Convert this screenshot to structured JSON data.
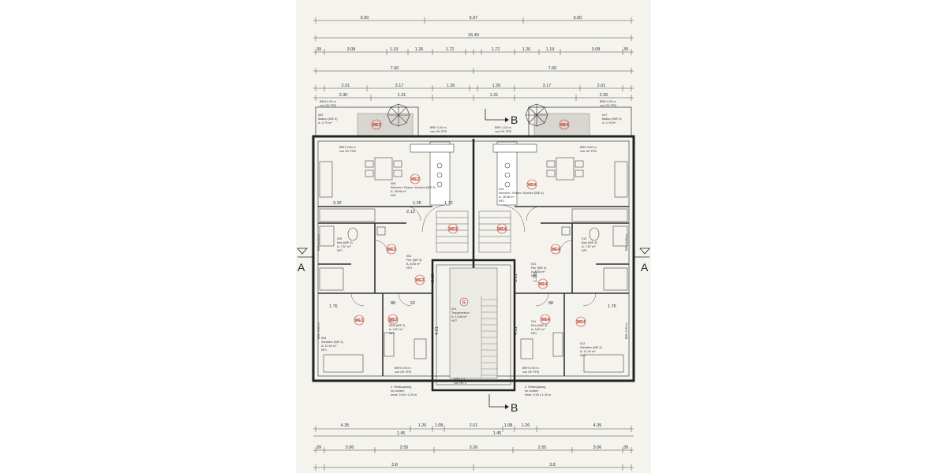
{
  "dims_top": {
    "row1": [
      "5.00",
      "5.97",
      "5.00"
    ],
    "row2": [
      "16.40"
    ],
    "row3": [
      "39",
      "3.08",
      "1.19",
      "1.26",
      "1.72",
      "1.72",
      "1.26",
      "1.19",
      "3.08",
      "39"
    ],
    "row4": [
      "7.60",
      "7.60"
    ],
    "row5": [
      "2.01",
      "3.17",
      "1.26",
      "1.26",
      "3.17",
      "2.01"
    ],
    "row6": [
      "2.30",
      "1.31",
      "1.31",
      "2.30"
    ]
  },
  "dims_bottom": {
    "row1": [
      "4.35",
      "1.26",
      "1.08",
      "2.01",
      "1.08",
      "1.26",
      "4.35"
    ],
    "row2": [
      "1.45",
      "1.45"
    ],
    "row3": [
      "39",
      "3.06",
      "2.55",
      "3.26",
      "2.55",
      "3.06",
      "39"
    ],
    "row4": [
      "3.8",
      "3.8"
    ]
  },
  "section_markers": {
    "b": "B",
    "a": "A"
  },
  "units": {
    "we3": "WE3",
    "we4": "WE4",
    "g": "G"
  },
  "rooms": {
    "balkon3": {
      "num": "009",
      "name": "Balkon (WE 3)",
      "area": "A: 2.75 m²"
    },
    "balkon4": {
      "num": "017",
      "name": "Balkon (WE 4)",
      "area": "A: 2.75 m²"
    },
    "wohnen3": {
      "num": "006",
      "name": "Wohnen / Essen / Kochen (WE 3)",
      "area": "A: 28.98 m²",
      "level": "NF1"
    },
    "wohnen4": {
      "num": "014",
      "name": "Wohnen / Essen / Kochen (WE 4)",
      "area": "A: 28.98 m²",
      "level": "NF1"
    },
    "bad3": {
      "num": "005",
      "name": "Bad (WE 3)",
      "area": "A: 7.67 m²",
      "level": "NF1"
    },
    "bad4": {
      "num": "013",
      "name": "Bad (WE 4)",
      "area": "A: 7.67 m²",
      "level": "NF1"
    },
    "flur3": {
      "num": "002",
      "name": "Flur (WE 3)",
      "area": "A: 8.55 m²",
      "level": "NF1"
    },
    "flur4": {
      "num": "010",
      "name": "Flur (WE 4)",
      "area": "A: 8.55 m²",
      "level": "NF1"
    },
    "kind3": {
      "num": "003",
      "name": "Kind (WE 3)",
      "area": "A: 9.87 m²",
      "level": "NF1"
    },
    "kind4": {
      "num": "011",
      "name": "Kind (WE 4)",
      "area": "A: 9.87 m²",
      "level": "NF1"
    },
    "schlafen3": {
      "num": "004",
      "name": "Schlafen (WE 3)",
      "area": "A: 11.94 m²",
      "level": "NF1"
    },
    "schlafen4": {
      "num": "012",
      "name": "Schlafen (WE 4)",
      "area": "A: 11.94 m²",
      "level": "NF1"
    },
    "treppe": {
      "num": "001",
      "name": "Treppenraum",
      "area": "A: 14.08 m²",
      "level": "NF7"
    }
  },
  "brh": {
    "balkon": "BRH 0.90 m",
    "center_top": "BRH 1.00 m",
    "wohnen": "BRH 0.80 m",
    "side": "BRH 0.90 m",
    "bottom": "BRH 0.90 m",
    "stair": "BRH 0.9",
    "ref": "von OK FFB",
    "ref_stair": "von OK 1"
  },
  "notes": {
    "rettungsweg": "2. Rettungsweg",
    "lichten": "im Lichten",
    "size": "mind. 0.90 x 1.20 m"
  },
  "inner_dims": {
    "a": "3.32",
    "b": "1.26",
    "c": "1.72",
    "d": "2.13",
    "e": "1.76",
    "f": "4.21",
    "g": "2.13",
    "h": "1.01",
    "i": "1.265",
    "j": "88",
    "k": "52"
  }
}
